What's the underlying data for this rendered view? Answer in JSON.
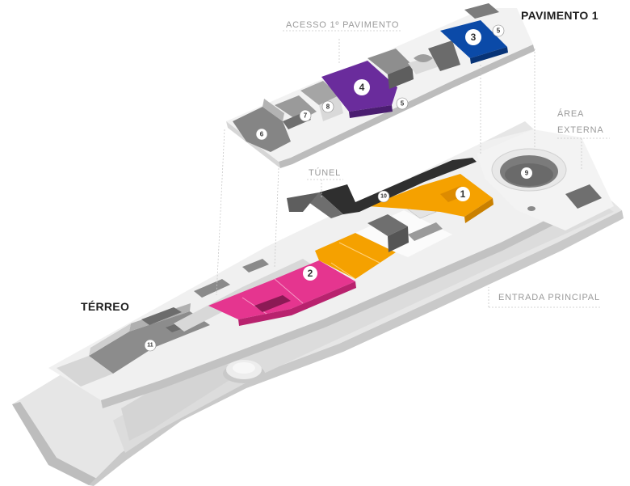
{
  "labels": {
    "pavimento": "PAVIMENTO 1",
    "terreo": "TÉRREO",
    "acesso": "ACESSO 1º PAVIMENTO",
    "area_line1": "ÁREA",
    "area_line2": "EXTERNA",
    "tunel": "TÚNEL",
    "entrada": "ENTRADA PRINCIPAL"
  },
  "markers": {
    "m1": "1",
    "m2": "2",
    "m3": "3",
    "m4": "4",
    "m5a": "5",
    "m5b": "5",
    "m6": "6",
    "m7": "7",
    "m8": "8",
    "m9": "9",
    "m10": "10",
    "m11": "11"
  },
  "colors": {
    "zone1_orange": "#f5a100",
    "zone2_magenta": "#e5358f",
    "zone3_blue": "#0b4aa8",
    "zone4_purple": "#6a2c9c",
    "floor_grey": "#8e8e8e",
    "wall_light": "#e8e8e8",
    "ground": "#e3e3e3"
  }
}
